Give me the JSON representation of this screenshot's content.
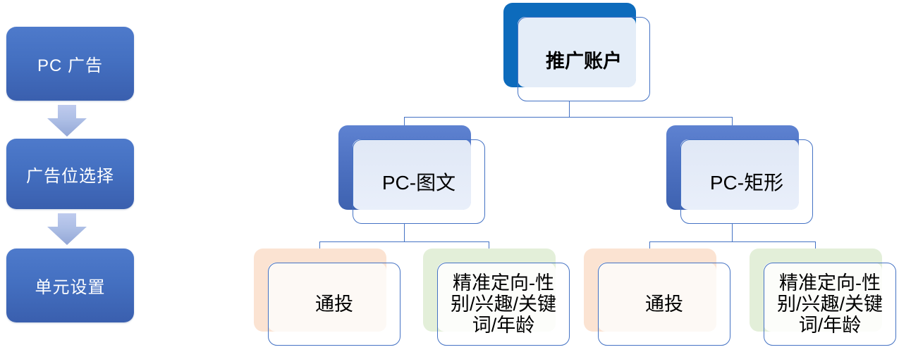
{
  "flow": {
    "steps": [
      {
        "label": "PC 广告"
      },
      {
        "label": "广告位选择"
      },
      {
        "label": "单元设置"
      }
    ]
  },
  "tree": {
    "root": {
      "label": "推广账户"
    },
    "children": [
      {
        "label": "PC-图文"
      },
      {
        "label": "PC-矩形"
      }
    ],
    "leaves": [
      {
        "label": "通投"
      },
      {
        "label": "精准定向-性\n别/兴趣/关键\n词/年龄"
      },
      {
        "label": "通投"
      },
      {
        "label": "精准定向-性\n别/兴趣/关键\n词/年龄"
      }
    ]
  },
  "colors": {
    "flow_box_top": "#4e7acb",
    "flow_box_bottom": "#3a5fae",
    "flow_arrow": "#aebfe6",
    "root_back": "#0d6bbc",
    "child_back_top": "#5e82d1",
    "child_back_bottom": "#3e62b0",
    "node_fill_blue": "#e4edf8",
    "node_outline": "#4472c4",
    "leaf_back_peach": "#fbe3d2",
    "leaf_back_green": "#e3efd9",
    "connector": "#4472c4",
    "flow_text": "#ffffff",
    "node_text": "#000000"
  }
}
